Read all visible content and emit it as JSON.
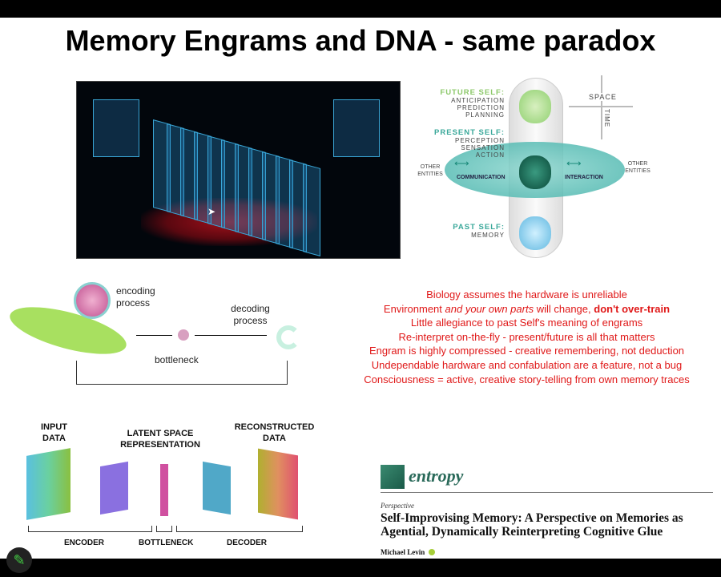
{
  "title": "Memory Engrams and DNA - same paradox",
  "self_diagram": {
    "future_self": "FUTURE SELF:",
    "future_items": [
      "ANTICIPATION",
      "PREDICTION",
      "PLANNING"
    ],
    "present_self": "PRESENT SELF:",
    "present_items": [
      "PERCEPTION",
      "SENSATION",
      "ACTION"
    ],
    "past_self": "PAST SELF:",
    "past_items": [
      "MEMORY"
    ],
    "communication": "COMMUNICATION",
    "interaction": "INTERACTION",
    "other_entities": "OTHER ENTITIES",
    "space": "SPACE",
    "time": "TIME"
  },
  "salamander": {
    "encoding": "encoding process",
    "decoding": "decoding process",
    "bottleneck": "bottleneck"
  },
  "bullets": [
    {
      "parts": [
        {
          "t": "Biology assumes the hardware is unreliable"
        }
      ]
    },
    {
      "parts": [
        {
          "t": "Environment "
        },
        {
          "t": "and your own parts",
          "i": true
        },
        {
          "t": " will change, "
        },
        {
          "t": "don't over-train",
          "b": true
        }
      ]
    },
    {
      "parts": [
        {
          "t": "Little allegiance to past Self's meaning of engrams"
        }
      ]
    },
    {
      "parts": [
        {
          "t": "Re-interpret on-the-fly - present/future is all that matters"
        }
      ]
    },
    {
      "parts": [
        {
          "t": "Engram is highly compressed - creative remembering, not deduction"
        }
      ]
    },
    {
      "parts": [
        {
          "t": "Undependable hardware and confabulation are a feature, not a bug"
        }
      ]
    },
    {
      "parts": [
        {
          "t": "Consciousness = active, creative story-telling from own memory traces"
        }
      ]
    }
  ],
  "autoencoder": {
    "input": "INPUT DATA",
    "latent": "LATENT SPACE REPRESENTATION",
    "reconstructed": "RECONSTRUCTED DATA",
    "encoder": "ENCODER",
    "bottleneck": "BOTTLENECK",
    "decoder": "DECODER"
  },
  "paper": {
    "journal": "entropy",
    "type": "Perspective",
    "title": "Self-Improvising Memory: A Perspective on Memories as Agential, Dynamically Reinterpreting Cognitive Glue",
    "author": "Michael Levin"
  },
  "colors": {
    "bullet_red": "#e01818",
    "teal": "#3aa89a",
    "green": "#7ab84a"
  }
}
